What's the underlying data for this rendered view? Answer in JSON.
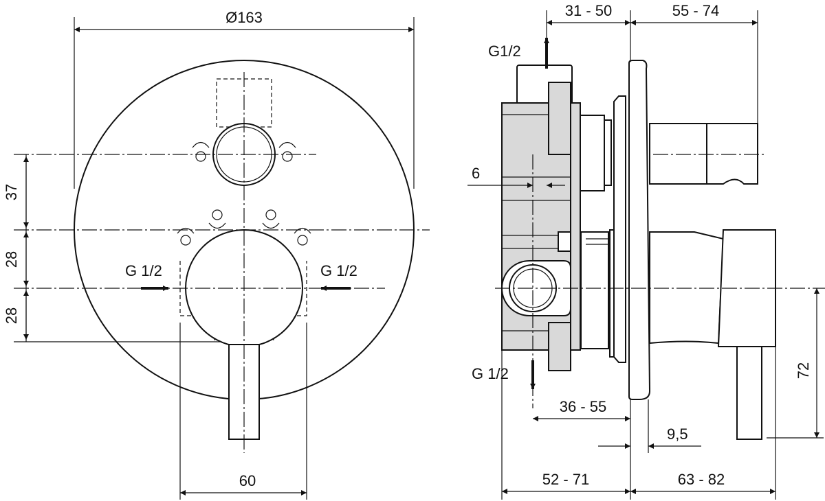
{
  "front_view": {
    "diameter_label": "Ø163",
    "dim_37": "37",
    "dim_28_upper": "28",
    "dim_28_lower": "28",
    "dim_60": "60",
    "inlet_left_label": "G 1/2",
    "inlet_right_label": "G 1/2"
  },
  "side_view": {
    "outlet_top_label": "G1/2",
    "outlet_bottom_label": "G 1/2",
    "dim_31_50": "31 - 50",
    "dim_55_74": "55 - 74",
    "dim_6": "6",
    "dim_36_55": "36 - 55",
    "dim_9_5": "9,5",
    "dim_52_71": "52 - 71",
    "dim_63_82": "63 - 82",
    "dim_72": "72"
  },
  "colors": {
    "body_fill": "#d9d9d9",
    "line": "#111111"
  }
}
